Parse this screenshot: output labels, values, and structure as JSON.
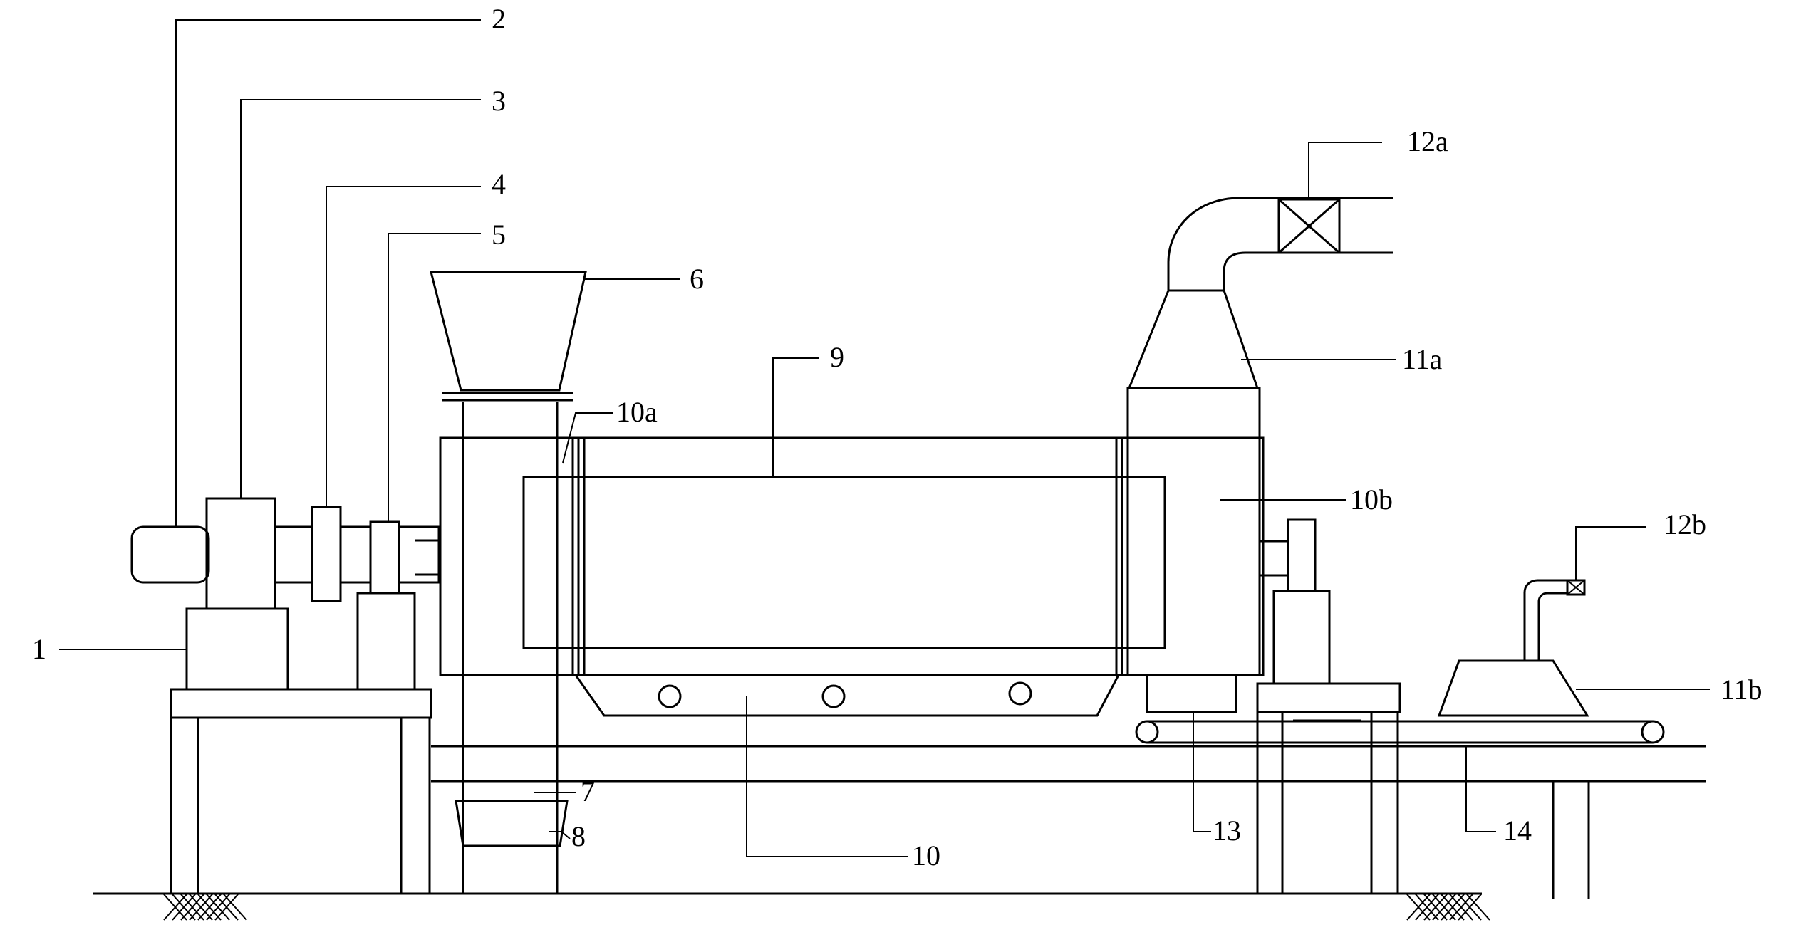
{
  "labels": {
    "l1": "1",
    "l2": "2",
    "l3": "3",
    "l4": "4",
    "l5": "5",
    "l6": "6",
    "l7": "7",
    "l8": "8",
    "l9": "9",
    "l10": "10",
    "l10a": "10a",
    "l10b": "10b",
    "l11a": "11a",
    "l11b": "11b",
    "l12a": "12a",
    "l12b": "12b",
    "l13": "13",
    "l14": "14"
  }
}
